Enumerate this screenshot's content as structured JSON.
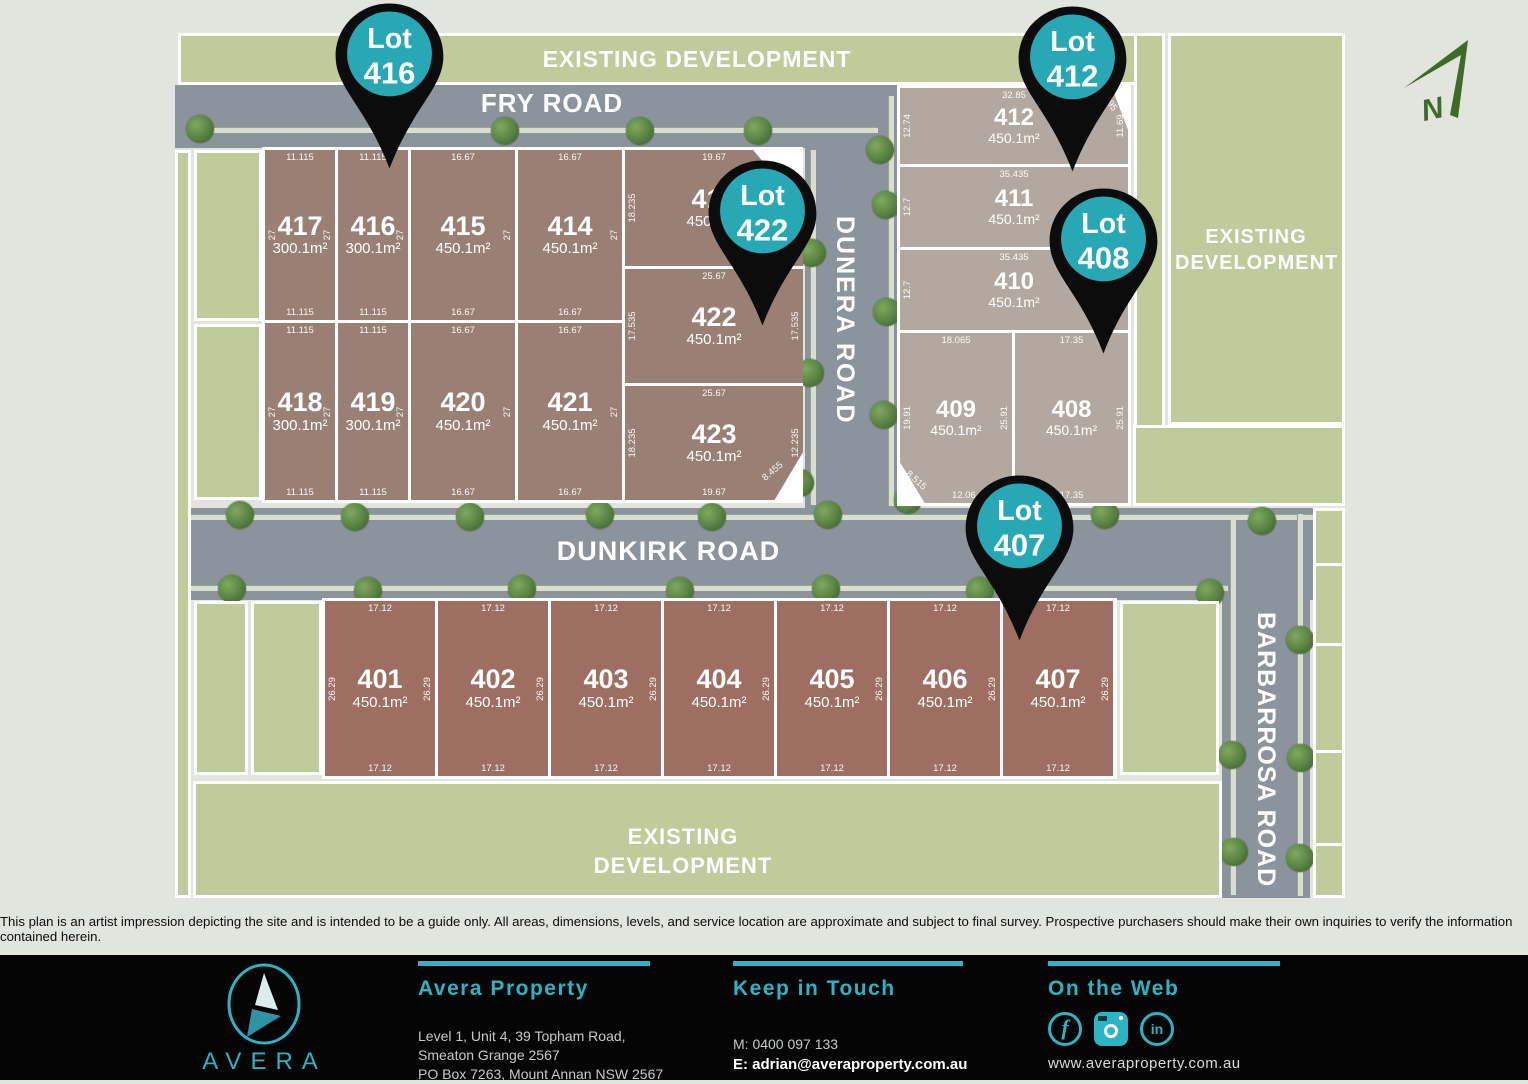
{
  "plan": {
    "roads": {
      "fry": "FRY ROAD",
      "dunera": "DUNERA ROAD",
      "dunkirk": "DUNKIRK ROAD",
      "barbarrosa": "BARBARROSA ROAD"
    },
    "existing_development": {
      "top": "EXISTING DEVELOPMENT",
      "right": "EXISTING DEVELOPMENT",
      "bottom": "EXISTING DEVELOPMENT"
    },
    "north_indicator": "N",
    "pins": [
      {
        "prefix": "Lot",
        "lot": "416"
      },
      {
        "prefix": "Lot",
        "lot": "412"
      },
      {
        "prefix": "Lot",
        "lot": "422"
      },
      {
        "prefix": "Lot",
        "lot": "408"
      },
      {
        "prefix": "Lot",
        "lot": "407"
      }
    ],
    "lots": [
      {
        "id": "417",
        "area": "300.1m²",
        "dims": [
          {
            "v": "11.115",
            "p": "t"
          },
          {
            "v": "11.115",
            "p": "b"
          },
          {
            "v": "27",
            "p": "l"
          },
          {
            "v": "27",
            "p": "r"
          }
        ]
      },
      {
        "id": "416",
        "area": "300.1m²",
        "dims": [
          {
            "v": "11.115",
            "p": "t"
          },
          {
            "v": "11.115",
            "p": "b"
          },
          {
            "v": "27",
            "p": "r"
          }
        ]
      },
      {
        "id": "415",
        "area": "450.1m²",
        "dims": [
          {
            "v": "16.67",
            "p": "t"
          },
          {
            "v": "16.67",
            "p": "b"
          },
          {
            "v": "27",
            "p": "r"
          }
        ]
      },
      {
        "id": "414",
        "area": "450.1m²",
        "dims": [
          {
            "v": "16.67",
            "p": "t"
          },
          {
            "v": "16.67",
            "p": "b"
          },
          {
            "v": "27",
            "p": "r"
          }
        ]
      },
      {
        "id": "413",
        "area": "450.1m²",
        "dims": [
          {
            "v": "19.67",
            "p": "t"
          },
          {
            "v": "18.235",
            "p": "l"
          }
        ]
      },
      {
        "id": "418",
        "area": "300.1m²",
        "dims": [
          {
            "v": "11.115",
            "p": "t"
          },
          {
            "v": "11.115",
            "p": "b"
          },
          {
            "v": "27",
            "p": "l"
          },
          {
            "v": "27",
            "p": "r"
          }
        ]
      },
      {
        "id": "419",
        "area": "300.1m²",
        "dims": [
          {
            "v": "11.115",
            "p": "t"
          },
          {
            "v": "11.115",
            "p": "b"
          },
          {
            "v": "27",
            "p": "r"
          }
        ]
      },
      {
        "id": "420",
        "area": "450.1m²",
        "dims": [
          {
            "v": "16.67",
            "p": "t"
          },
          {
            "v": "16.67",
            "p": "b"
          },
          {
            "v": "27",
            "p": "r"
          }
        ]
      },
      {
        "id": "421",
        "area": "450.1m²",
        "dims": [
          {
            "v": "16.67",
            "p": "t"
          },
          {
            "v": "16.67",
            "p": "b"
          },
          {
            "v": "27",
            "p": "r"
          }
        ]
      },
      {
        "id": "422",
        "area": "450.1m²",
        "dims": [
          {
            "v": "25.67",
            "p": "t"
          },
          {
            "v": "17.535",
            "p": "l"
          },
          {
            "v": "17.535",
            "p": "r"
          }
        ]
      },
      {
        "id": "423",
        "area": "450.1m²",
        "dims": [
          {
            "v": "25.67",
            "p": "t"
          },
          {
            "v": "19.67",
            "p": "b"
          },
          {
            "v": "18.235",
            "p": "l"
          },
          {
            "v": "12.235",
            "p": "r"
          },
          {
            "v": "8.455",
            "p": "br"
          }
        ]
      },
      {
        "id": "412",
        "area": "450.1m²",
        "dims": [
          {
            "v": "32.85",
            "p": "t"
          },
          {
            "v": "12.74",
            "p": "l"
          },
          {
            "v": "11.69",
            "p": "r"
          },
          {
            "v": "7.95",
            "p": "tr"
          }
        ]
      },
      {
        "id": "411",
        "area": "450.1m²",
        "dims": [
          {
            "v": "35.435",
            "p": "t"
          },
          {
            "v": "12.7",
            "p": "l"
          }
        ]
      },
      {
        "id": "410",
        "area": "450.1m²",
        "dims": [
          {
            "v": "35.435",
            "p": "t"
          },
          {
            "v": "12.7",
            "p": "l"
          }
        ]
      },
      {
        "id": "409",
        "area": "450.1m²",
        "dims": [
          {
            "v": "18.065",
            "p": "t"
          },
          {
            "v": "19.91",
            "p": "l"
          },
          {
            "v": "25.91",
            "p": "r"
          },
          {
            "v": "12.06",
            "p": "bc"
          },
          {
            "v": "8.515",
            "p": "bl"
          }
        ]
      },
      {
        "id": "408",
        "area": "450.1m²",
        "dims": [
          {
            "v": "17.35",
            "p": "t"
          },
          {
            "v": "17.35",
            "p": "b"
          },
          {
            "v": "25.91",
            "p": "r"
          }
        ]
      },
      {
        "id": "401",
        "area": "450.1m²",
        "dims": [
          {
            "v": "17.12",
            "p": "t"
          },
          {
            "v": "17.12",
            "p": "b"
          },
          {
            "v": "26.29",
            "p": "l"
          },
          {
            "v": "26.29",
            "p": "r"
          }
        ]
      },
      {
        "id": "402",
        "area": "450.1m²",
        "dims": [
          {
            "v": "17.12",
            "p": "t"
          },
          {
            "v": "17.12",
            "p": "b"
          },
          {
            "v": "26.29",
            "p": "r"
          }
        ]
      },
      {
        "id": "403",
        "area": "450.1m²",
        "dims": [
          {
            "v": "17.12",
            "p": "t"
          },
          {
            "v": "17.12",
            "p": "b"
          },
          {
            "v": "26.29",
            "p": "r"
          }
        ]
      },
      {
        "id": "404",
        "area": "450.1m²",
        "dims": [
          {
            "v": "17.12",
            "p": "t"
          },
          {
            "v": "17.12",
            "p": "b"
          },
          {
            "v": "26.29",
            "p": "r"
          }
        ]
      },
      {
        "id": "405",
        "area": "450.1m²",
        "dims": [
          {
            "v": "17.12",
            "p": "t"
          },
          {
            "v": "17.12",
            "p": "b"
          },
          {
            "v": "26.29",
            "p": "r"
          }
        ]
      },
      {
        "id": "406",
        "area": "450.1m²",
        "dims": [
          {
            "v": "17.12",
            "p": "t"
          },
          {
            "v": "17.12",
            "p": "b"
          },
          {
            "v": "26.29",
            "p": "r"
          }
        ]
      },
      {
        "id": "407",
        "area": "450.1m²",
        "dims": [
          {
            "v": "17.12",
            "p": "t"
          },
          {
            "v": "17.12",
            "p": "b"
          },
          {
            "v": "26.29",
            "p": "r"
          }
        ]
      }
    ]
  },
  "disclaimer": "This plan is an artist impression depicting the site and is intended to be a guide only. All areas, dimensions, levels, and service location are approximate and subject to final survey. Prospective purchasers should make their own inquiries to verify the information contained herein.",
  "footer": {
    "brand": "AVERA",
    "company": {
      "heading": "Avera  Property",
      "address_lines": [
        "Level 1, Unit 4, 39 Topham Road,",
        "Smeaton Grange 2567",
        "PO Box 7263, Mount Annan NSW 2567"
      ]
    },
    "contact": {
      "heading": "Keep in Touch",
      "mobile": "M: 0400 097 133",
      "email": "E: adrian@averaproperty.com.au"
    },
    "web": {
      "heading": "On the Web",
      "url": "www.averaproperty.com.au",
      "glyphs": {
        "facebook": "f",
        "linkedin": "in"
      }
    }
  },
  "colors": {
    "pin_teal": "#28a8b5",
    "footer_teal": "#2cb3c4",
    "lot_brown": "#9a7f74",
    "lot_taupe": "#b2a89f",
    "lot_red": "#9e6e62",
    "green": "#c0cb9c",
    "road_gray": "#8b939d",
    "north_green": "#3e6b27"
  }
}
